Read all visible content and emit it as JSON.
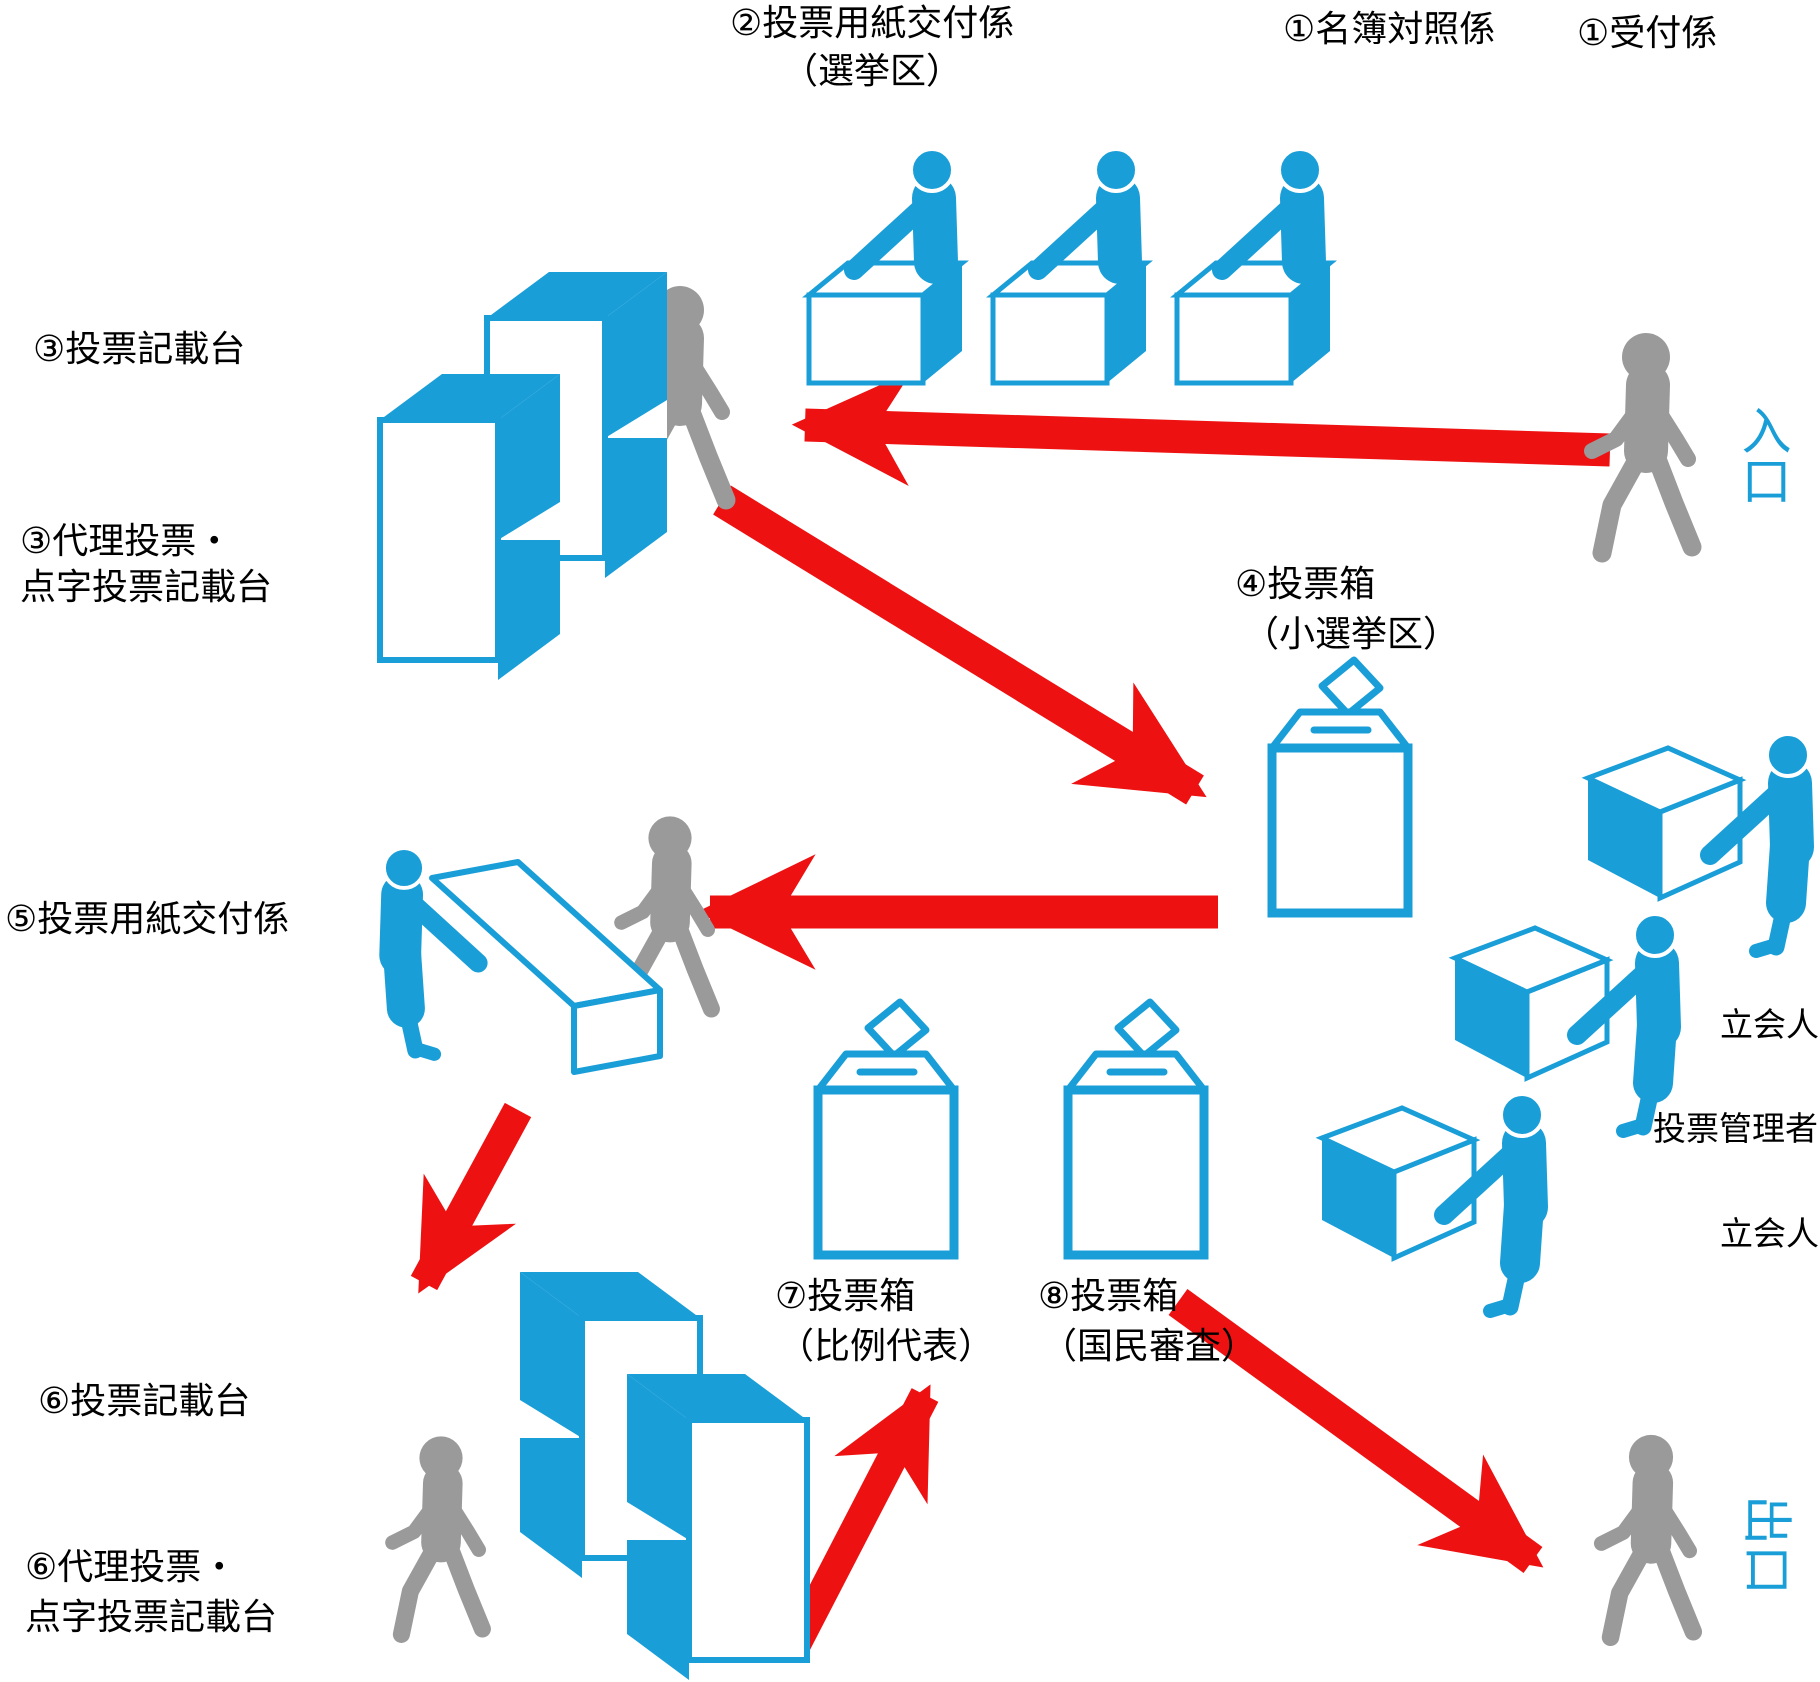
{
  "colors": {
    "blue": "#1A9ED8",
    "red": "#EE1111",
    "gray": "#9A9A9A",
    "text": "#000000"
  },
  "labels": {
    "station2_line1": "②投票用紙交付係",
    "station2_line2": "（選挙区）",
    "station1_roster": "①名簿対照係",
    "station1_reception": "①受付係",
    "booth3": "③投票記載台",
    "booth3_proxy_line1": "③代理投票・",
    "booth3_proxy_line2": "点字投票記載台",
    "box4_line1": "④投票箱",
    "box4_line2": "（小選挙区）",
    "station5": "⑤投票用紙交付係",
    "observer_top": "立会人",
    "manager": "投票管理者",
    "observer_bottom": "立会人",
    "booth6": "⑥投票記載台",
    "booth6_proxy_line1": "⑥代理投票・",
    "booth6_proxy_line2": "点字投票記載台",
    "box7_line1": "⑦投票箱",
    "box7_line2": "（比例代表）",
    "box8_line1": "⑧投票箱",
    "box8_line2": "（国民審査）",
    "entrance": "入口",
    "exit": "出口"
  }
}
